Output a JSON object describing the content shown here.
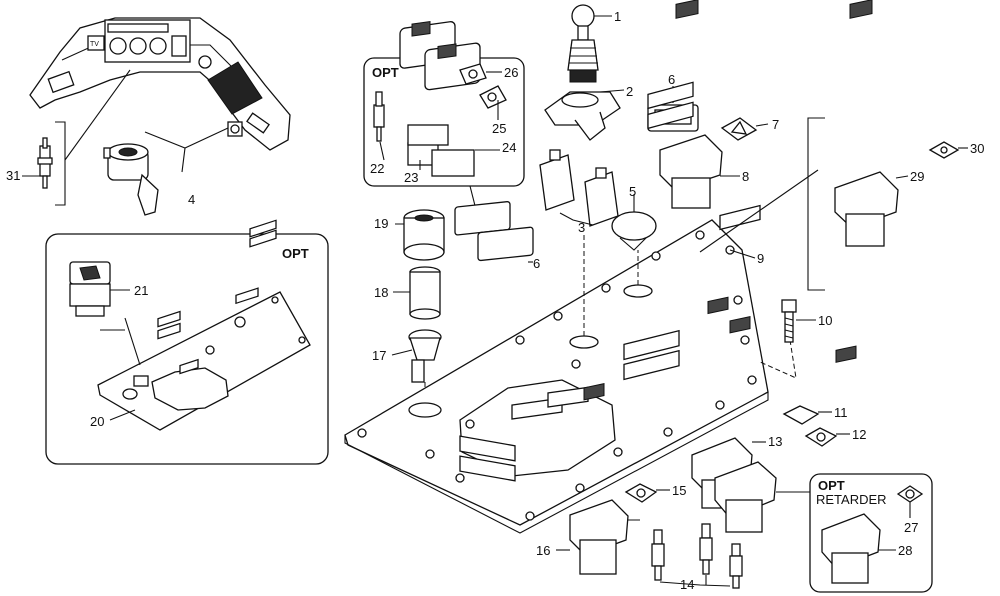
{
  "callouts": [
    {
      "id": "1",
      "text": "1"
    },
    {
      "id": "2",
      "text": "2"
    },
    {
      "id": "3",
      "text": "3"
    },
    {
      "id": "4",
      "text": "4"
    },
    {
      "id": "5",
      "text": "5"
    },
    {
      "id": "6a",
      "text": "6"
    },
    {
      "id": "6b",
      "text": "6"
    },
    {
      "id": "7",
      "text": "7"
    },
    {
      "id": "8",
      "text": "8"
    },
    {
      "id": "9",
      "text": "9"
    },
    {
      "id": "10",
      "text": "10"
    },
    {
      "id": "11",
      "text": "11"
    },
    {
      "id": "12",
      "text": "12"
    },
    {
      "id": "13",
      "text": "13"
    },
    {
      "id": "14",
      "text": "14"
    },
    {
      "id": "15",
      "text": "15"
    },
    {
      "id": "16",
      "text": "16"
    },
    {
      "id": "17",
      "text": "17"
    },
    {
      "id": "18",
      "text": "18"
    },
    {
      "id": "19",
      "text": "19"
    },
    {
      "id": "20",
      "text": "20"
    },
    {
      "id": "21",
      "text": "21"
    },
    {
      "id": "22",
      "text": "22"
    },
    {
      "id": "23",
      "text": "23"
    },
    {
      "id": "24",
      "text": "24"
    },
    {
      "id": "25",
      "text": "25"
    },
    {
      "id": "26",
      "text": "26"
    },
    {
      "id": "27",
      "text": "27"
    },
    {
      "id": "28",
      "text": "28"
    },
    {
      "id": "29",
      "text": "29"
    },
    {
      "id": "30",
      "text": "30"
    },
    {
      "id": "31",
      "text": "31"
    }
  ],
  "groups": {
    "opt_top": "OPT",
    "opt_left": "OPT",
    "opt_bottom": "OPT",
    "retarder": "RETARDER"
  },
  "dash_label": "TV"
}
